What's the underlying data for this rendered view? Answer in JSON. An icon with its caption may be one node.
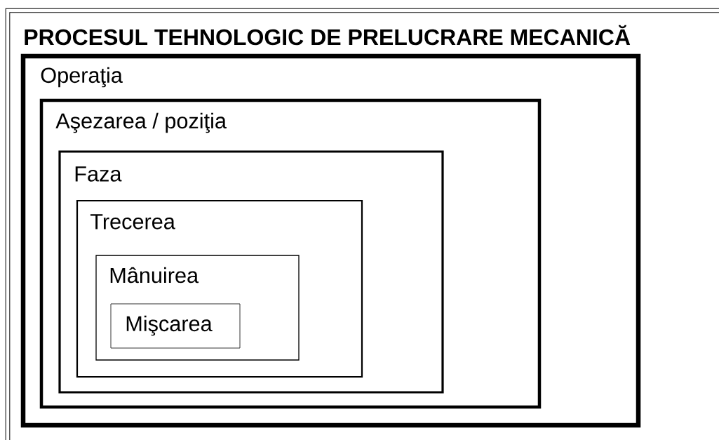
{
  "diagram": {
    "nodes": [
      {
        "text": [
          "PROCESUL TEHNOLOGIC DE PRELUCRARE MECANICĂ"
        ]
      },
      {
        "text": [
          "Operaţia"
        ],
        "in": 0
      },
      {
        "text": [
          "Aşezarea / poziţia"
        ],
        "in": 1
      },
      {
        "text": [
          "Faza"
        ],
        "in": 2
      },
      {
        "text": [
          "Trecerea"
        ],
        "in": 3
      },
      {
        "text": [
          "Mânuirea"
        ],
        "in": 4
      },
      {
        "text": [
          "Mişcarea"
        ],
        "in": 5
      }
    ]
  }
}
